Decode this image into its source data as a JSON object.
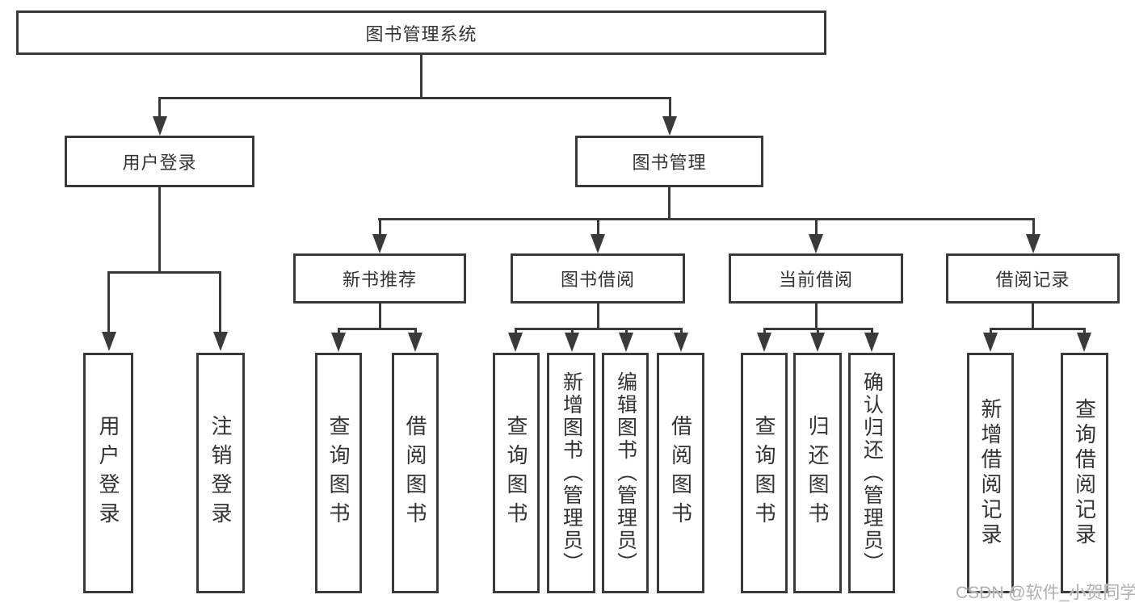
{
  "colors": {
    "line": "#3a3a3a",
    "box_border": "#3a3a3a",
    "text": "#333333",
    "watermark": "#b0b0b0",
    "background": "#ffffff"
  },
  "diagram": {
    "title": "图书管理系统",
    "branches": {
      "user_login": {
        "label": "用户登录",
        "children": [
          "用户登录",
          "注销登录"
        ]
      },
      "book_mgmt": {
        "label": "图书管理",
        "sections": {
          "new_book_rec": {
            "label": "新书推荐",
            "children": [
              "查询图书",
              "借阅图书"
            ]
          },
          "book_borrow": {
            "label": "图书借阅",
            "children": [
              "查询图书",
              "新增图书（管理员）",
              "编辑图书（管理员）",
              "借阅图书"
            ]
          },
          "current_borrow": {
            "label": "当前借阅",
            "children": [
              "查询图书",
              "归还图书",
              "确认归还（管理员）"
            ]
          },
          "borrow_records": {
            "label": "借阅记录",
            "children": [
              "新增借阅记录",
              "查询借阅记录"
            ]
          }
        }
      }
    }
  },
  "watermark": {
    "text": "CSDN @软件_小贺同学"
  }
}
